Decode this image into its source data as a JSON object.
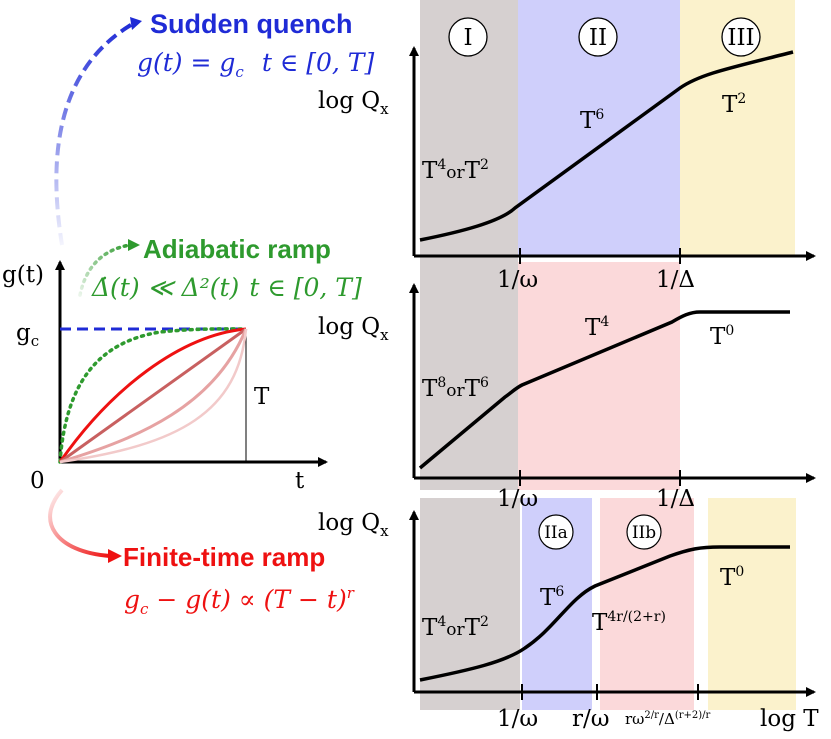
{
  "quench_types": {
    "sudden": {
      "title": "Sudden quench",
      "formula": "g(t) = g",
      "formula_sub": "c",
      "interval": "t ∈ [0, T]",
      "color": "#1f2bd6"
    },
    "adiabatic": {
      "title": "Adiabatic ramp",
      "formula": "Δ̇(t) ≪ Δ²(t)",
      "interval": "t ∈ [0, T]",
      "color": "#2e9a2e"
    },
    "finite": {
      "title": "Finite-time ramp",
      "formula_a": "g",
      "formula_sub": "c",
      "formula_b": " − g(t) ∝ (T − t)",
      "formula_sup": "r",
      "color": "#ee1111"
    }
  },
  "ramp_plot": {
    "y_label": "g(t)",
    "gc_label": "g",
    "gc_sub": "c",
    "T_label": "T",
    "t_label": "t",
    "origin_label": "0"
  },
  "regions": {
    "I": "I",
    "II": "II",
    "III": "III",
    "IIa": "IIa",
    "IIb": "IIb",
    "colors": {
      "I": "#d6d0d0",
      "II": "#cfcffb",
      "III": "#fbf2cc",
      "pink": "#fbd9da"
    }
  },
  "panels": [
    {
      "y_label": "log Q",
      "y_sub": "x",
      "labels": {
        "r1a": "T",
        "r1a_sup": "4",
        "r1_or": "or",
        "r1b": "T",
        "r1b_sup": "2",
        "r2": "T",
        "r2_sup": "6",
        "r3": "T",
        "r3_sup": "2"
      },
      "ticks": [
        "1/ω",
        "1/Δ"
      ]
    },
    {
      "y_label": "log Q",
      "y_sub": "x",
      "labels": {
        "r1a": "T",
        "r1a_sup": "8",
        "r1_or": "or",
        "r1b": "T",
        "r1b_sup": "6",
        "r2": "T",
        "r2_sup": "4",
        "r3": "T",
        "r3_sup": "0"
      },
      "ticks": [
        "1/ω",
        "1/Δ"
      ]
    },
    {
      "y_label": "log Q",
      "y_sub": "x",
      "labels": {
        "r1a": "T",
        "r1a_sup": "4",
        "r1_or": "or",
        "r1b": "T",
        "r1b_sup": "2",
        "r2a": "T",
        "r2a_sup": "6",
        "r2b": "T",
        "r2b_sup": "4r/(2+r)",
        "r3": "T",
        "r3_sup": "0"
      },
      "ticks": [
        "1/ω",
        "r/ω",
        "rω",
        "2/r",
        "/Δ",
        "(r+2)/r"
      ],
      "x_label": "log T"
    }
  ]
}
